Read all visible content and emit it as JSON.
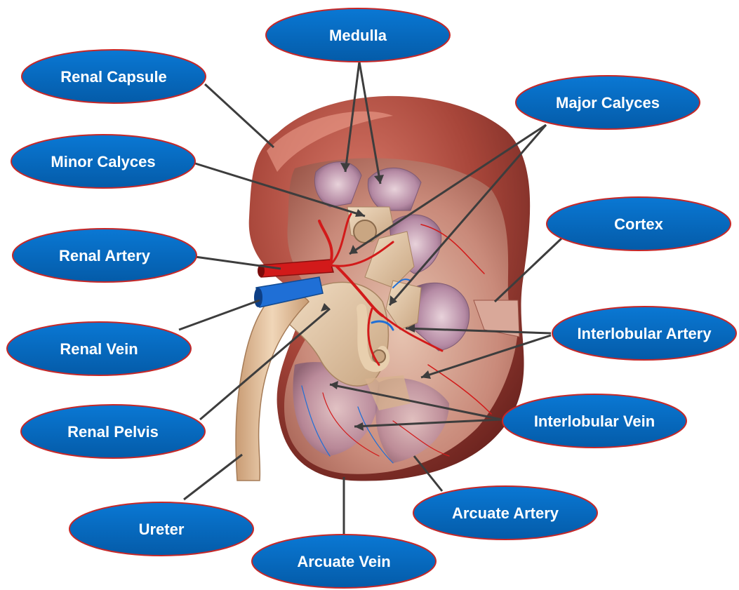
{
  "diagram": {
    "colors": {
      "label_fill": "#0569c1",
      "label_border": "#c62828",
      "label_text": "#ffffff",
      "leader_line": "#3d3d3d",
      "capsule": "#a8463a",
      "cortex": "#c98a7a",
      "medulla": "#b58aa4",
      "pelvis": "#dcc3a3",
      "artery": "#d21a1a",
      "vein": "#1f6fd6",
      "ureter": "#e2c2a0"
    },
    "labels": {
      "medulla": "Medulla",
      "renal_capsule": "Renal Capsule",
      "major_calyces": "Major Calyces",
      "minor_calyces": "Minor Calyces",
      "cortex": "Cortex",
      "renal_artery": "Renal Artery",
      "interlobular_artery": "Interlobular Artery",
      "renal_vein": "Renal Vein",
      "interlobular_vein": "Interlobular Vein",
      "renal_pelvis": "Renal Pelvis",
      "arcuate_artery": "Arcuate Artery",
      "ureter": "Ureter",
      "arcuate_vein": "Arcuate Vein"
    }
  }
}
